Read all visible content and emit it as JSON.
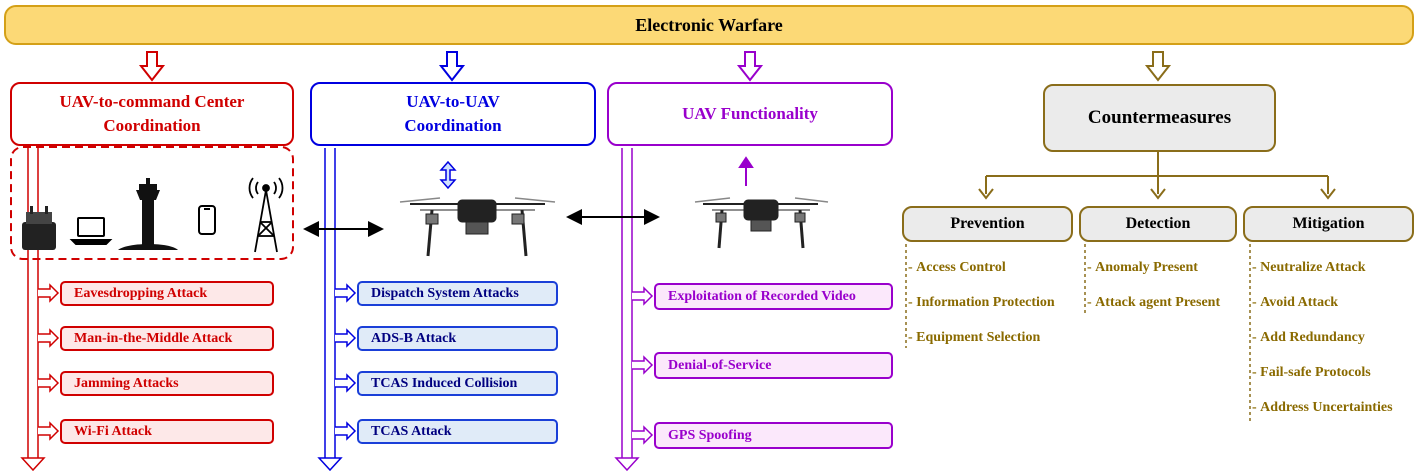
{
  "banner": {
    "title": "Electronic Warfare"
  },
  "columns": {
    "command": {
      "title_line1": "UAV-to-command Center",
      "title_line2": "Coordination",
      "attacks": [
        "Eavesdropping Attack",
        "Man-in-the-Middle Attack",
        "Jamming Attacks",
        "Wi-Fi Attack"
      ]
    },
    "uav2uav": {
      "title_line1": "UAV-to-UAV",
      "title_line2": "Coordination",
      "attacks": [
        "Dispatch System Attacks",
        "ADS-B Attack",
        "TCAS Induced Collision",
        "TCAS Attack"
      ]
    },
    "functionality": {
      "title": "UAV Functionality",
      "attacks": [
        "Exploitation of Recorded Video",
        "Denial-of-Service",
        "GPS Spoofing"
      ]
    }
  },
  "countermeasures": {
    "title": "Countermeasures",
    "prevention": {
      "title": "Prevention",
      "items": [
        "Access Control",
        "Information Protection",
        "Equipment Selection"
      ]
    },
    "detection": {
      "title": "Detection",
      "items": [
        "Anomaly Present",
        "Attack agent Present"
      ]
    },
    "mitigation": {
      "title": "Mitigation",
      "items": [
        "Neutralize Attack",
        "Avoid Attack",
        "Add Redundancy",
        "Fail-safe Protocols",
        "Address Uncertainties"
      ]
    }
  },
  "colors": {
    "red": "#d00000",
    "blue": "#0000e0",
    "purple": "#9900cc",
    "gold": "#8a6d1a",
    "banner": "#fcd976"
  },
  "icons": [
    "controller-case-icon",
    "laptop-icon",
    "control-tower-icon",
    "smartphone-icon",
    "radio-tower-icon",
    "quadcopter-drone-icon"
  ]
}
